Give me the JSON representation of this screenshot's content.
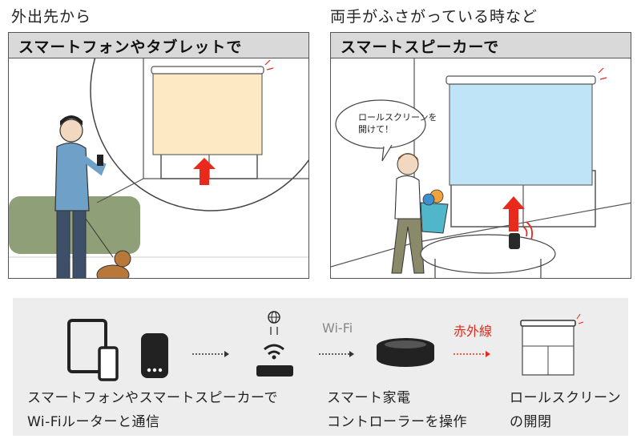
{
  "left": {
    "caption": "外出先から",
    "header": "スマートフォンやタブレットで"
  },
  "right": {
    "caption": "両手がふさがっている時など",
    "header": "スマートスピーカーで",
    "speech": [
      "ロールスクリーンを",
      "開けて！"
    ]
  },
  "flow": {
    "wifi_label": "Wi-Fi",
    "ir_label": "赤外線",
    "descriptions": [
      [
        "スマートフォンやスマートスピーカーで",
        "Wi-Fiルーターと通信"
      ],
      [
        "スマート家電",
        "コントローラーを操作"
      ],
      [
        "ロールスクリーン",
        "の開閉"
      ]
    ]
  },
  "colors": {
    "accent_red": "#e8291c",
    "shade_left": "#fde9c4",
    "shade_right": "#bfe3f7",
    "hedge": "#8fa078",
    "panel_gray": "#d9d9d9",
    "flow_bg": "#ededed"
  }
}
